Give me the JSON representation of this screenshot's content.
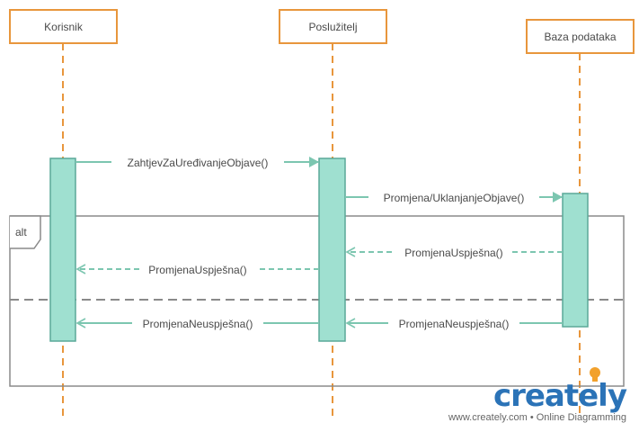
{
  "diagram": {
    "participants": [
      {
        "id": "korisnik",
        "label": "Korisnik"
      },
      {
        "id": "posluzitelj",
        "label": "Poslužitelj"
      },
      {
        "id": "baza",
        "label": "Baza podataka"
      }
    ],
    "messages": [
      {
        "id": "m1",
        "label": "ZahtjevZaUređivanjeObjave()",
        "from": "korisnik",
        "to": "posluzitelj",
        "kind": "sync"
      },
      {
        "id": "m2",
        "label": "Promjena/UklanjanjeObjave()",
        "from": "posluzitelj",
        "to": "baza",
        "kind": "sync"
      },
      {
        "id": "m3",
        "label": "PromjenaUspješna()",
        "from": "baza",
        "to": "posluzitelj",
        "kind": "return"
      },
      {
        "id": "m4",
        "label": "PromjenaUspješna()",
        "from": "posluzitelj",
        "to": "korisnik",
        "kind": "return"
      },
      {
        "id": "m5",
        "label": "PromjenaNeuspješna()",
        "from": "baza",
        "to": "posluzitelj",
        "kind": "sync"
      },
      {
        "id": "m6",
        "label": "PromjenaNeuspješna()",
        "from": "posluzitelj",
        "to": "korisnik",
        "kind": "sync"
      }
    ],
    "fragment": {
      "operator": "alt"
    }
  },
  "branding": {
    "logo": "creately",
    "footer": "www.creately.com • Online Diagramming"
  },
  "colors": {
    "participant_border": "#e8963c",
    "lifeline": "#e8963c",
    "activation_fill": "#9fe0d0",
    "activation_border": "#5aa898",
    "message": "#7cc6b0",
    "fragment_border": "#8a8a8a",
    "logo_blue": "#2b73b7",
    "logo_orange": "#f2a12c"
  }
}
